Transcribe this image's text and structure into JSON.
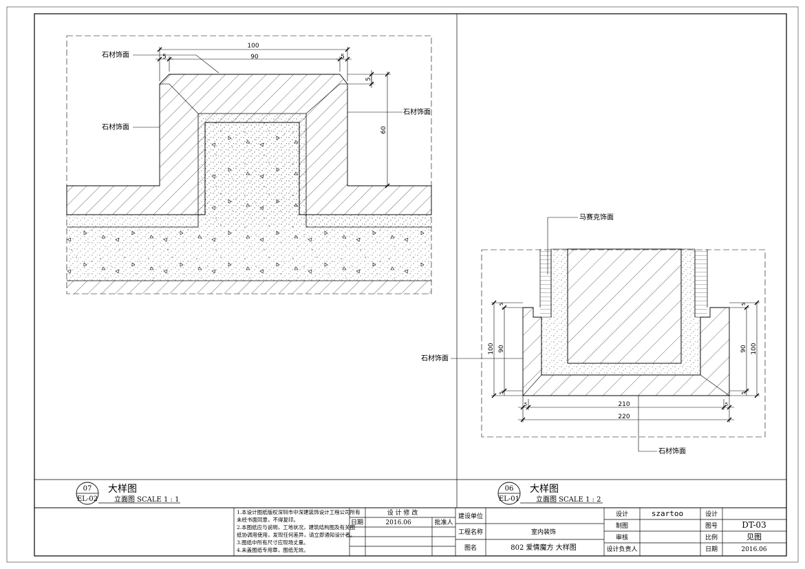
{
  "left_detail": {
    "callouts": {
      "top": "石材饰面",
      "left": "石材饰面",
      "right": "石材饰面"
    },
    "dimensions": {
      "overall_width": "100",
      "inner_width": "90",
      "chamfer_left": "5",
      "chamfer_right": "5",
      "chamfer_vertical": "5",
      "height": "60"
    },
    "caption": {
      "number": "07",
      "ref": "EL-02",
      "title": "大样图",
      "subtitle": "立面图  SCALE 1 : 1"
    }
  },
  "right_detail": {
    "callouts": {
      "mosaic": "马赛克饰面",
      "left": "石材饰面",
      "bottom": "石材饰面"
    },
    "dimensions": {
      "left_outer": "100",
      "left_inner": "90",
      "right_outer": "100",
      "right_inner": "90",
      "top_left_small": "5",
      "bottom_left_small": "5",
      "top_right_small": "5",
      "bottom_right_small": "5",
      "bottom_left_horiz": "5",
      "bottom_right_horiz": "5",
      "inner_width": "210",
      "outer_width": "220"
    },
    "caption": {
      "number": "06",
      "ref": "EL-01",
      "title": "大样图",
      "subtitle": "立面图  SCALE 1 : 2"
    }
  },
  "title_block": {
    "notes": [
      "1.本设计图纸版权深圳市中深建装饰设计工程公司所有",
      "未经书面同意，不得复印。",
      "2.本图纸应与说明，工地状况，建筑结构图及有关图",
      "纸协调用使用，发现任何差异，请立即通知设计者。",
      "3.图纸中所有尺寸应现场丈量。",
      "4.未盖图纸专用章，图纸无效。"
    ],
    "revision_header": "设 计 修 改",
    "date_label": "日期",
    "date_value": "2016.06",
    "approver_label": "批准人",
    "client_label": "建设单位",
    "client_value": "",
    "project_label": "工程名称",
    "project_value": "室内装饰",
    "drawing_name_label": "图名",
    "drawing_name_value": "802 爱情魔方 大样图",
    "design_label": "设计",
    "design_value": "szartoo",
    "drafting_label": "制图",
    "review_label": "审核",
    "lead_label": "设计负责人",
    "design_label_2": "设计",
    "sheet_no_label": "图号",
    "sheet_no_value": "DT-03",
    "scale_label": "比例",
    "scale_value": "见图",
    "date_label_2": "日期",
    "date_value_2": "2016.06"
  }
}
